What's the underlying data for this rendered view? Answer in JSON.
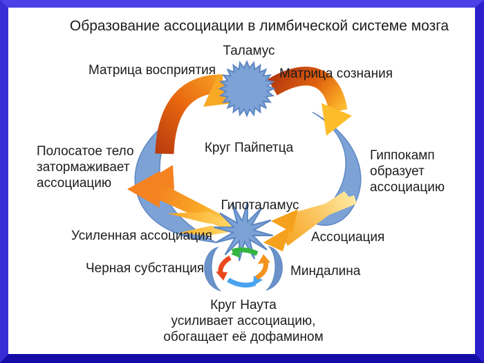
{
  "title": "Образование ассоциации в лимбической системе мозга",
  "labels": {
    "thalamus": "Таламус",
    "perception_matrix": "Матрица восприятия",
    "consciousness_matrix": "Матрица сознания",
    "papez_circle": "Круг Пайпетца",
    "striatum": "Полосатое тело\nзатормаживает\nассоциацию",
    "hippocampus": "Гиппокамп\nобразует\nассоциацию",
    "hypothalamus": "Гипоталамус",
    "enhanced_association": "Усиленная ассоциация",
    "association": "Ассоциация",
    "substantia_nigra": "Черная субстанция",
    "amygdala": "Миндалина",
    "nauta_circle": "Круг Наута\nусиливает ассоциацию,\nобогащает её дофамином"
  },
  "colors": {
    "background": "#FFFFFF",
    "text": "#1C1C1C",
    "frame_blue_top": "#4A42E6",
    "frame_blue_right": "#2B20CC",
    "frame_blue_bottom": "#150CA8",
    "frame_blue_left": "#382DD4",
    "shape_blue": "#7CA2D6",
    "shape_blue_border": "#5D87C3",
    "arrow_dark_orange": "#B5380E",
    "arrow_orange": "#F58220",
    "arrow_amber": "#F9A826",
    "arrow_yellow": "#FFDF6E",
    "cycle_green": "#33B540",
    "cycle_red": "#E8491F",
    "cycle_blue": "#4AA3EF",
    "cycle_orange": "#F5921E"
  },
  "icons": {
    "thalamus_starburst": "24-point blue starburst",
    "hypothalamus_starburst": "12-point blue spiky star",
    "papez_ring": "two blue crescent arcs forming a circle",
    "nauta_cycle": "circular cycle of green, red, blue and orange arrows between two blue crescents"
  }
}
